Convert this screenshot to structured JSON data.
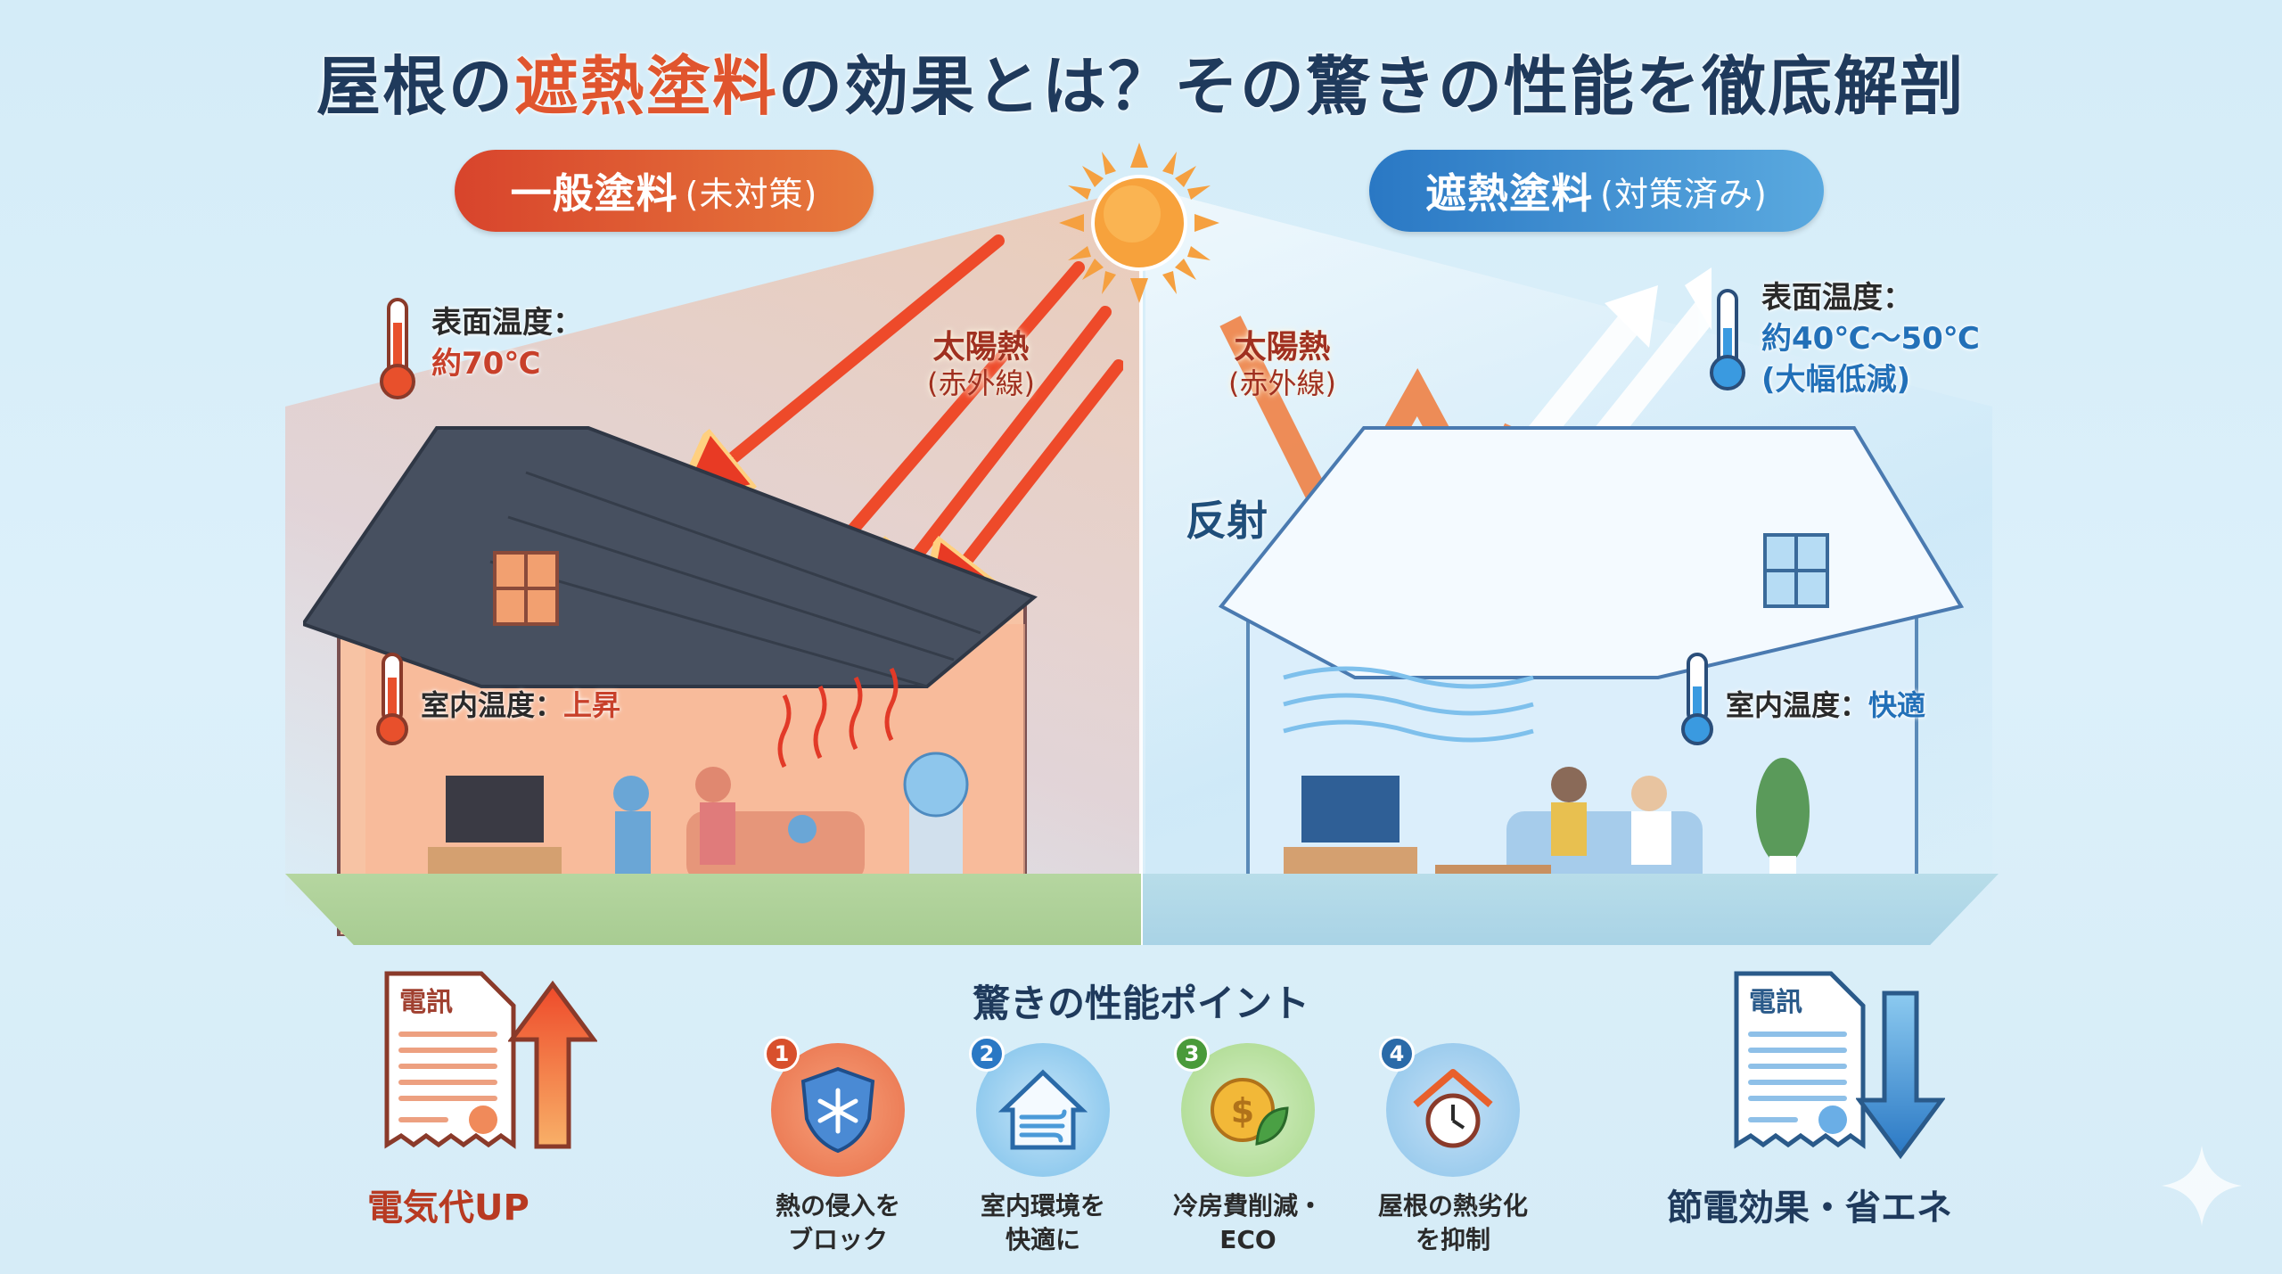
{
  "title": {
    "prefix": "屋根の",
    "highlight": "遮熱塗料",
    "suffix": "の効果とは？その驚きの性能を徹底解剖"
  },
  "left_panel": {
    "pill_main": "一般塗料",
    "pill_sub": "(未対策)",
    "surface_temp_label": "表面温度：",
    "surface_temp_value": "約70℃",
    "solar_label": "太陽熱",
    "solar_sub": "(赤外線)",
    "indoor_label": "室内温度：",
    "indoor_value": "上昇",
    "bill_icon_text": "電訊",
    "bill_caption": "電気代UP",
    "colors": {
      "accent": "#d8442c",
      "accent2": "#e77a3c"
    }
  },
  "right_panel": {
    "pill_main": "遮熱塗料",
    "pill_sub": "(対策済み)",
    "surface_temp_label": "表面温度：",
    "surface_temp_value": "約40℃～50℃",
    "surface_temp_note": "(大幅低減)",
    "solar_label": "太陽熱",
    "solar_sub": "(赤外線)",
    "reflect_label": "反射",
    "indoor_label": "室内温度：",
    "indoor_value": "快適",
    "bill_icon_text": "電訊",
    "bill_caption": "節電効果・省エネ",
    "colors": {
      "accent": "#2a78c4",
      "accent2": "#5aa9df"
    }
  },
  "points": {
    "title": "驚きの性能ポイント",
    "items": [
      {
        "num": "1",
        "icon": "shield-snowflake-icon",
        "line1": "熱の侵入を",
        "line2": "ブロック",
        "color": "#e8704a",
        "num_color": "#d8502c"
      },
      {
        "num": "2",
        "icon": "house-wind-icon",
        "line1": "室内環境を",
        "line2": "快適に",
        "color": "#7cc0ea",
        "num_color": "#2a78c4"
      },
      {
        "num": "3",
        "icon": "coin-leaf-icon",
        "line1": "冷房費削減・",
        "line2": "ECO",
        "color": "#a8d88a",
        "num_color": "#4a9a3a"
      },
      {
        "num": "4",
        "icon": "roof-clock-icon",
        "line1": "屋根の熱劣化",
        "line2": "を抑制",
        "color": "#8cc4ea",
        "num_color": "#2a6aa8"
      }
    ]
  }
}
